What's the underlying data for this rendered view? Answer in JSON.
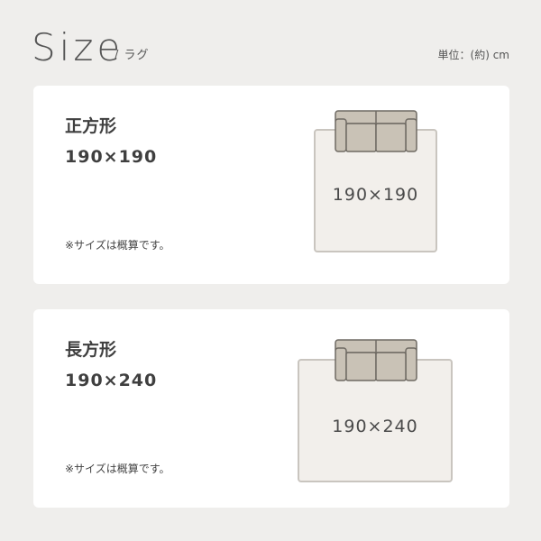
{
  "header": {
    "title": "Size",
    "subtitle": "/ ラグ",
    "unit": "単位：(約) cm"
  },
  "cards": [
    {
      "title": "正方形",
      "dimensions": "190×190",
      "note": "※サイズは概算です。",
      "rug_label": "190×190"
    },
    {
      "title": "長方形",
      "dimensions": "190×240",
      "note": "※サイズは概算です。",
      "rug_label": "190×240"
    }
  ],
  "icons": [
    "sofa-icon"
  ],
  "colors": {
    "background": "#efeeec",
    "card": "#ffffff",
    "rug_fill": "#f2efeb",
    "rug_border": "#c9c5bf",
    "sofa_fill": "#c9c2b6",
    "sofa_stroke": "#6f6a63"
  }
}
